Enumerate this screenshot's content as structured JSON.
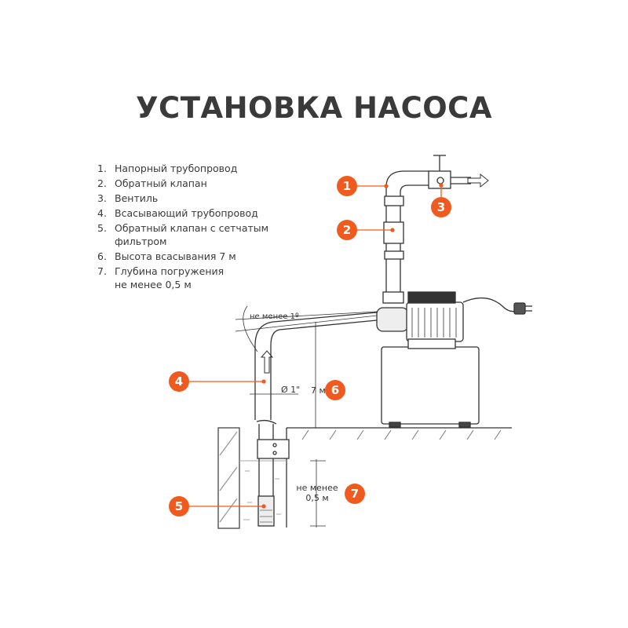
{
  "title": "УСТАНОВКА НАСОСА",
  "legend": [
    {
      "num": "1.",
      "text": "Напорный трубопровод"
    },
    {
      "num": "2.",
      "text": "Обратный клапан"
    },
    {
      "num": "3.",
      "text": "Вентиль"
    },
    {
      "num": "4.",
      "text": "Всасывающий трубопровод"
    },
    {
      "num": "5.",
      "text": "Обратный клапан с сетчатым фильтром"
    },
    {
      "num": "6.",
      "text": "Высота всасывания 7 м"
    },
    {
      "num": "7.",
      "text": "Глубина погружения не менее 0,5 м"
    }
  ],
  "labels": {
    "angle": "не менее 1º",
    "diameter": "Ø 1\"",
    "height": "7 м",
    "depth_line1": "не менее",
    "depth_line2": "0,5 м"
  },
  "badges": [
    "1",
    "2",
    "3",
    "4",
    "5",
    "6",
    "7"
  ],
  "colors": {
    "accent": "#f05a1e",
    "text": "#3a3a3a"
  }
}
